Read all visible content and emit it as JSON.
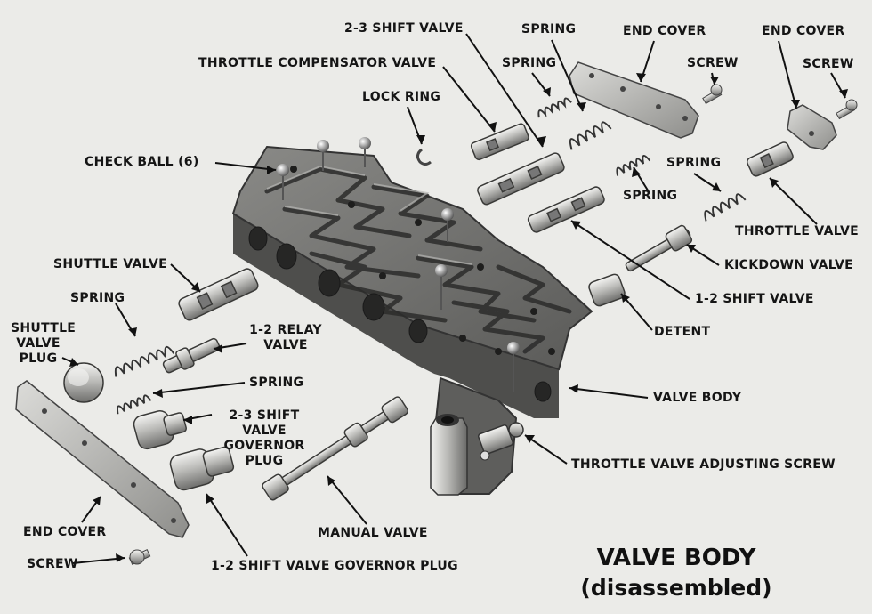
{
  "labels": {
    "two_three_shift_valve": "2-3 SHIFT VALVE",
    "spring_top": "SPRING",
    "end_cover_top": "END COVER",
    "end_cover_right": "END COVER",
    "throttle_compensator_valve": "THROTTLE COMPENSATOR VALVE",
    "spring_upper": "SPRING",
    "screw_top": "SCREW",
    "screw_right": "SCREW",
    "lock_ring": "LOCK RING",
    "check_ball": "CHECK BALL (6)",
    "spring_right": "SPRING",
    "spring_mid": "SPRING",
    "throttle_valve": "THROTTLE VALVE",
    "shuttle_valve": "SHUTTLE VALVE",
    "kickdown_valve": "KICKDOWN VALVE",
    "spring_left": "SPRING",
    "one_two_shift_valve": "1-2 SHIFT VALVE",
    "shuttle_valve_plug": "SHUTTLE\nVALVE\nPLUG",
    "one_two_relay_valve": "1-2 RELAY\nVALVE",
    "detent": "DETENT",
    "spring_lower": "SPRING",
    "valve_body": "VALVE BODY",
    "two_three_governor_plug": "2-3 SHIFT VALVE\nGOVERNOR\nPLUG",
    "throttle_valve_adjusting_screw": "THROTTLE VALVE ADJUSTING SCREW",
    "manual_valve": "MANUAL VALVE",
    "end_cover_bottom": "END COVER",
    "screw_bottom": "SCREW",
    "one_two_governor_plug": "1-2 SHIFT VALVE GOVERNOR PLUG"
  },
  "title": {
    "line1": "VALVE BODY",
    "line2": "(disassembled)"
  }
}
